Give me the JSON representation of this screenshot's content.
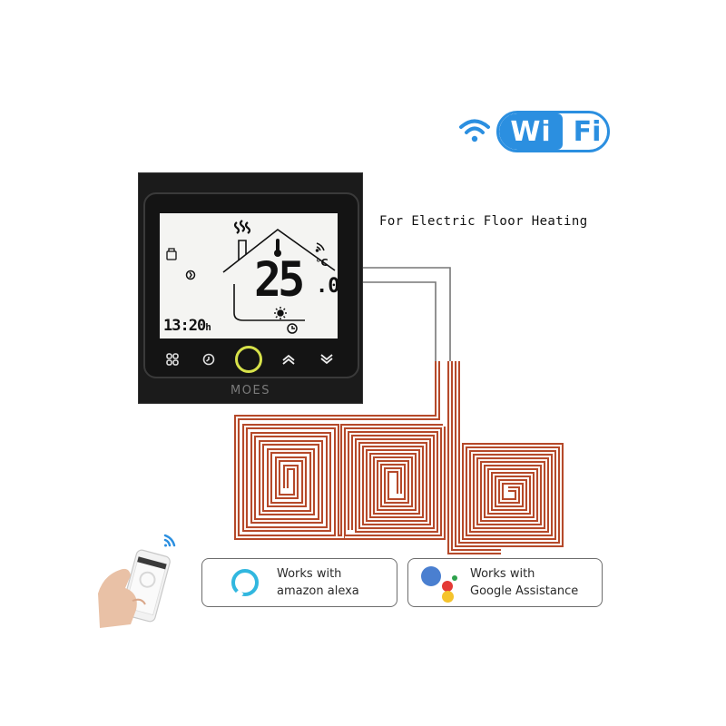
{
  "wifi_badge": {
    "left_text": "Wi",
    "right_text": "Fi",
    "color": "#2b8fe0"
  },
  "caption": "For Electric Floor Heating",
  "thermostat": {
    "brand": "MOES",
    "display": {
      "temperature_whole": "25",
      "temperature_decimal": ".0",
      "unit": "°C",
      "time": "13:20",
      "time_suffix": "h"
    },
    "buttons": [
      {
        "name": "menu",
        "icon": "grid-icon"
      },
      {
        "name": "schedule",
        "icon": "clock-icon"
      },
      {
        "name": "power",
        "icon": "power-ring-icon"
      },
      {
        "name": "up",
        "icon": "double-chevron-up-icon"
      },
      {
        "name": "down",
        "icon": "double-chevron-down-icon"
      }
    ],
    "ring_color": "#d7e24a"
  },
  "heating": {
    "wire_color": "#b5492a",
    "lead_color": "#777777",
    "zones": 3
  },
  "compat": {
    "alexa": {
      "line1": "Works with",
      "line2": "amazon alexa",
      "ring_color": "#31b7df"
    },
    "google": {
      "line1": "Works with",
      "line2": "Google Assistance",
      "dot_colors": [
        "#4a7fd0",
        "#e43a35",
        "#f5c32c",
        "#2ea24c"
      ]
    }
  }
}
